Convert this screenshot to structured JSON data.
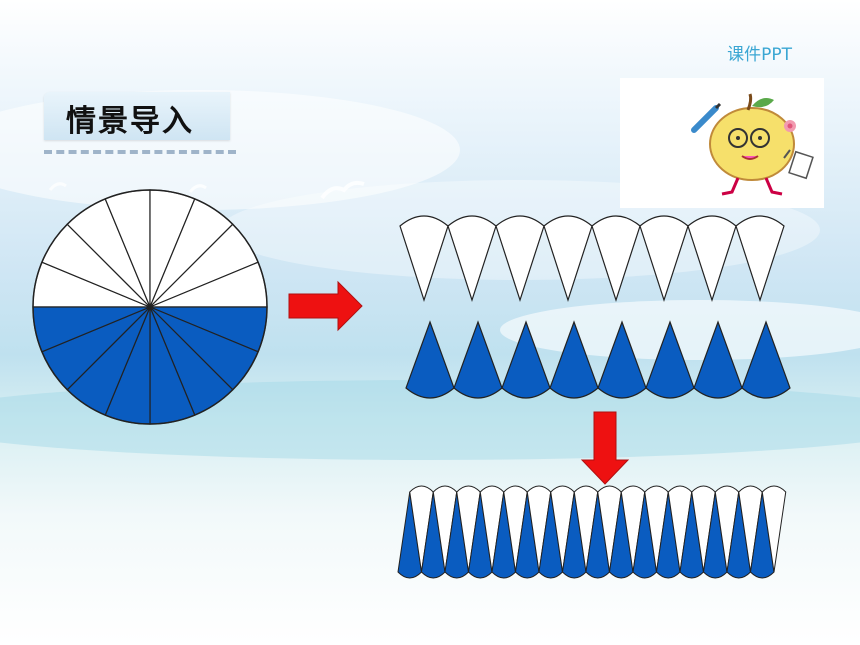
{
  "header": {
    "title": "情景导入",
    "watermark": "课件PPT"
  },
  "diagram": {
    "circle_sectors": 16,
    "row_pieces": 8,
    "rearranged_pieces": 16,
    "colors": {
      "white": "#ffffff",
      "blue": "#0a5cc0",
      "arrow": "#ee1111",
      "outline": "#222222"
    }
  },
  "illustration": {
    "icon": "apple-mascot-icon"
  }
}
